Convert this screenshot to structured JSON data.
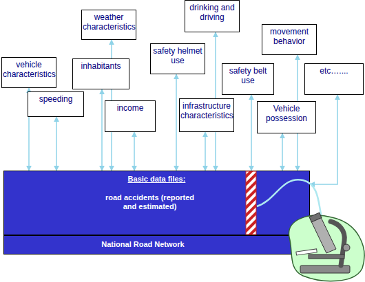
{
  "diagram": {
    "nodes": [
      {
        "text": [
          "drinking and driving"
        ]
      },
      {
        "text": [
          "weather characteristics"
        ]
      },
      {
        "text": [
          "movement behavior"
        ]
      },
      {
        "text": [
          "safety helmet use"
        ]
      },
      {
        "text": [
          "vehicle characteristics"
        ]
      },
      {
        "text": [
          "inhabitants"
        ]
      },
      {
        "text": [
          "safety belt use"
        ]
      },
      {
        "text": [
          "etc…...."
        ]
      },
      {
        "text": [
          "speeding"
        ]
      },
      {
        "text": [
          "infrastructure characteristics"
        ]
      },
      {
        "text": [
          "income"
        ]
      },
      {
        "text": [
          "Vehicle possession"
        ]
      },
      {
        "text": [
          "Basic data files:",
          "road accidents (reported and estimated)"
        ]
      },
      {
        "text": [
          "National Road Network"
        ]
      }
    ],
    "edges": [
      {
        "from": 0,
        "to": 12,
        "arrow": "both"
      },
      {
        "from": 1,
        "to": 12,
        "arrow": "both"
      },
      {
        "from": 2,
        "to": 12,
        "arrow": "both"
      },
      {
        "from": 3,
        "to": 12,
        "arrow": "both"
      },
      {
        "from": 4,
        "to": 12,
        "arrow": "both"
      },
      {
        "from": 5,
        "to": 12,
        "arrow": "both"
      },
      {
        "from": 6,
        "to": 12,
        "arrow": "both"
      },
      {
        "from": 7,
        "to": 12,
        "arrow": "both"
      },
      {
        "from": 8,
        "to": 12,
        "arrow": "both"
      },
      {
        "from": 9,
        "to": 12,
        "arrow": "both"
      },
      {
        "from": 10,
        "to": 12,
        "arrow": "both"
      },
      {
        "from": 11,
        "to": 12,
        "arrow": "both"
      }
    ]
  }
}
